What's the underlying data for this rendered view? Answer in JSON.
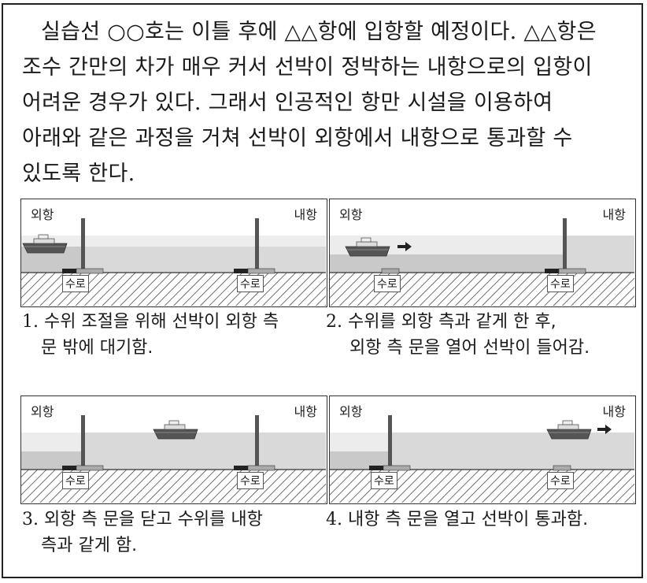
{
  "intro": {
    "lines": [
      "실습선 ○○호는 이틀 후에 △△항에 입항할 예정이다. △△항은",
      "조수 간만의 차가 매우 커서 선박이 정박하는 내항으로의 입항이",
      "어려운 경우가 있다. 그래서 인공적인 항만 시설을 이용하여",
      "아래와 같은 과정을 거쳐 선박이 외항에서 내항으로 통과할 수",
      "있도록 한다."
    ]
  },
  "labels": {
    "outer_port": "외항",
    "inner_port": "내항",
    "waterway": "수로"
  },
  "panels": [
    {
      "caption_num": "1.",
      "caption_line1": "수위 조절을 위해 선박이 외항 측",
      "caption_line2": "문 밖에 대기함."
    },
    {
      "caption_num": "2.",
      "caption_line1": "수위를 외항 측과 같게 한 후,",
      "caption_line2": "외항 측 문을 열어 선박이 들어감."
    },
    {
      "caption_num": "3.",
      "caption_line1": "외항 측 문을 닫고 수위를 내항",
      "caption_line2": "측과 같게 함."
    },
    {
      "caption_num": "4.",
      "caption_line1": "내항 측 문을 열고 선박이 통과함.",
      "caption_line2": ""
    }
  ]
}
